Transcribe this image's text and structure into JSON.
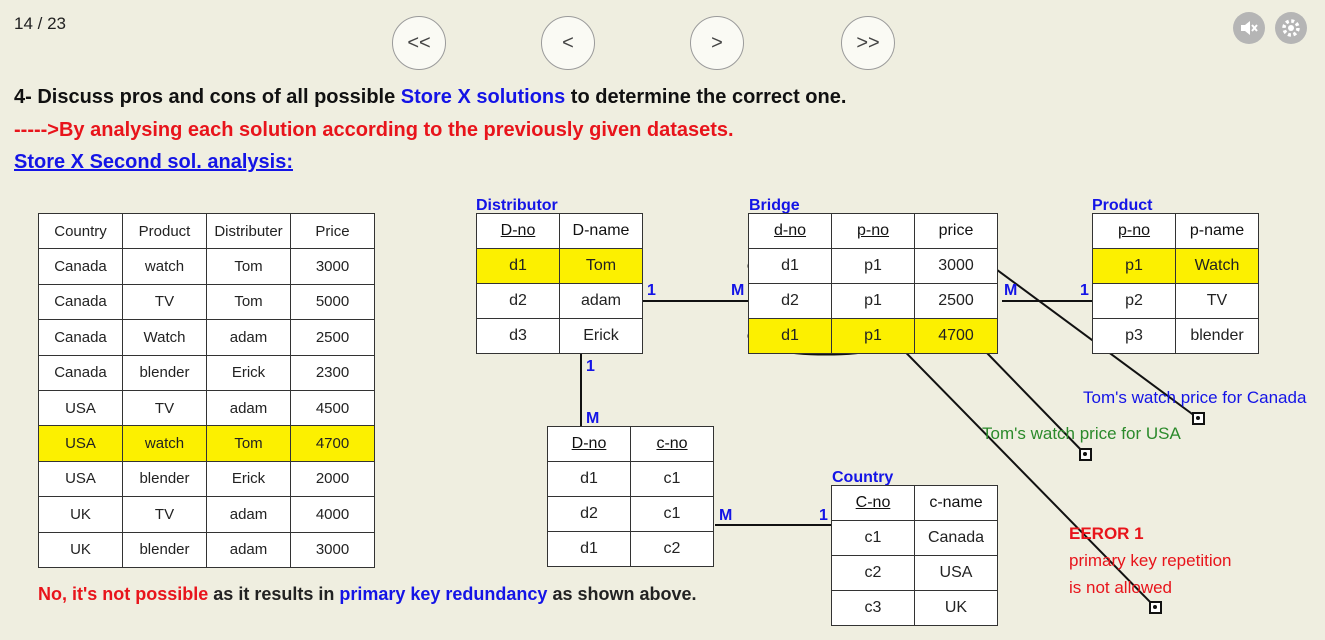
{
  "page_counter": "14 / 23",
  "nav": {
    "first": "<<",
    "prev": "<",
    "next": ">",
    "last": ">>"
  },
  "icons": {
    "mute": "speaker-muted-icon",
    "settings": "gear-icon"
  },
  "heading": {
    "part1": "4- Discuss pros and cons of all possible ",
    "part2": "Store X solutions",
    "part3": " to determine the correct one."
  },
  "subheading": "----->By analysing each solution according to the previously given datasets.",
  "section_link": "Store X Second sol. analysis:",
  "source_table": {
    "headers": [
      "Country",
      "Product",
      "Distributer",
      "Price"
    ],
    "rows": [
      [
        "Canada",
        "watch",
        "Tom",
        "3000"
      ],
      [
        "Canada",
        "TV",
        "Tom",
        "5000"
      ],
      [
        "Canada",
        "Watch",
        "adam",
        "2500"
      ],
      [
        "Canada",
        "blender",
        "Erick",
        "2300"
      ],
      [
        "USA",
        "TV",
        "adam",
        "4500"
      ],
      [
        "USA",
        "watch",
        "Tom",
        "4700"
      ],
      [
        "USA",
        "blender",
        "Erick",
        "2000"
      ],
      [
        "UK",
        "TV",
        "adam",
        "4000"
      ],
      [
        "UK",
        "blender",
        "adam",
        "3000"
      ]
    ]
  },
  "distributor": {
    "title": "Distributor",
    "headers": [
      "D-no",
      "D-name"
    ],
    "rows": [
      [
        "d1",
        "Tom"
      ],
      [
        "d2",
        "adam"
      ],
      [
        "d3",
        "Erick"
      ]
    ]
  },
  "bridge": {
    "title": "Bridge",
    "headers": [
      "d-no",
      "p-no",
      "price"
    ],
    "rows": [
      [
        "d1",
        "p1",
        "3000"
      ],
      [
        "d2",
        "p1",
        "2500"
      ],
      [
        "d1",
        "p1",
        "4700"
      ]
    ]
  },
  "product": {
    "title": "Product",
    "headers": [
      "p-no",
      "p-name"
    ],
    "rows": [
      [
        "p1",
        "Watch"
      ],
      [
        "p2",
        "TV"
      ],
      [
        "p3",
        "blender"
      ]
    ]
  },
  "dist_country": {
    "headers": [
      "D-no",
      "c-no"
    ],
    "rows": [
      [
        "d1",
        "c1"
      ],
      [
        "d2",
        "c1"
      ],
      [
        "d1",
        "c2"
      ]
    ]
  },
  "country": {
    "title": "Country",
    "headers": [
      "C-no",
      "c-name"
    ],
    "rows": [
      [
        "c1",
        "Canada"
      ],
      [
        "c2",
        "USA"
      ],
      [
        "c3",
        "UK"
      ]
    ]
  },
  "cardinality": {
    "dist_bridge_1": "1",
    "dist_bridge_m": "M",
    "bridge_product_m": "M",
    "bridge_product_1": "1",
    "dist_dc_1": "1",
    "dist_dc_m": "M",
    "dc_country_m": "M",
    "dc_country_1": "1"
  },
  "annotations": {
    "canada": "Tom's watch price for Canada",
    "usa": "Tom's watch price for USA",
    "error_title": "EEROR 1",
    "error_line1": "primary key repetition",
    "error_line2": "is not allowed"
  },
  "footer": {
    "part1": "No, it's not possible",
    "part2": " as it results in ",
    "part3": "primary key redundancy",
    "part4": " as shown above."
  },
  "colors": {
    "background": "#efeee0",
    "highlight": "#fcf000",
    "blue": "#1414e6",
    "red": "#e8141b",
    "green": "#2b8a2b"
  }
}
